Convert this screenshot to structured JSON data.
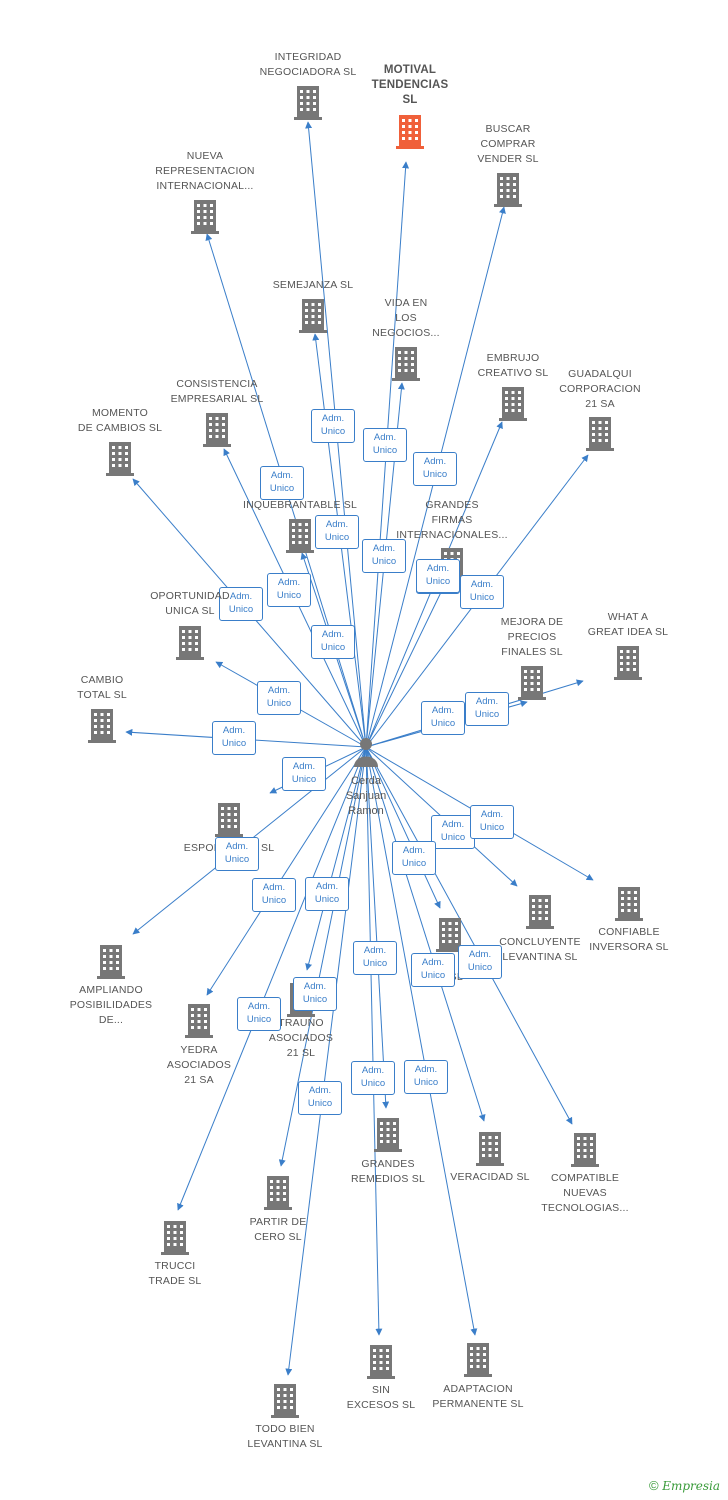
{
  "colors": {
    "edge": "#3a7ec9",
    "building": "#777777",
    "building_highlight": "#f0603a",
    "person": "#777777",
    "label": "#555555"
  },
  "center": {
    "name_lines": [
      "Cerda",
      "Sanjuan",
      "Ramon"
    ],
    "icon": "person-icon"
  },
  "role_label": [
    "Adm.",
    "Unico"
  ],
  "companies": [
    {
      "id": "integridad",
      "lines": [
        "INTEGRIDAD",
        "NEGOCIADORA SL"
      ]
    },
    {
      "id": "motival",
      "lines": [
        "MOTIVAL",
        "TENDENCIAS",
        "SL"
      ],
      "highlight": true
    },
    {
      "id": "buscar",
      "lines": [
        "BUSCAR",
        "COMPRAR",
        "VENDER SL"
      ]
    },
    {
      "id": "nueva",
      "lines": [
        "NUEVA",
        "REPRESENTACION",
        "INTERNACIONAL..."
      ]
    },
    {
      "id": "semejanza",
      "lines": [
        "SEMEJANZA SL"
      ]
    },
    {
      "id": "vida",
      "lines": [
        "VIDA EN",
        "LOS",
        "NEGOCIOS..."
      ]
    },
    {
      "id": "embrujo",
      "lines": [
        "EMBRUJO",
        "CREATIVO SL"
      ]
    },
    {
      "id": "guadalqui",
      "lines": [
        "GUADALQUI",
        "CORPORACION",
        "21 SA"
      ]
    },
    {
      "id": "consistencia",
      "lines": [
        "CONSISTENCIA",
        "EMPRESARIAL SL"
      ]
    },
    {
      "id": "momento",
      "lines": [
        "MOMENTO",
        "DE CAMBIOS SL"
      ]
    },
    {
      "id": "inquebrantable",
      "lines": [
        "INQUEBRANTABLE SL"
      ]
    },
    {
      "id": "grandes_firmas",
      "lines": [
        "GRANDES",
        "FIRMAS",
        "INTERNACIONALES..."
      ]
    },
    {
      "id": "oportunidad",
      "lines": [
        "OPORTUNIDAD",
        "UNICA SL"
      ]
    },
    {
      "id": "mejora",
      "lines": [
        "MEJORA DE",
        "PRECIOS",
        "FINALES SL"
      ]
    },
    {
      "id": "whata",
      "lines": [
        "WHAT A",
        "GREAT IDEA SL"
      ]
    },
    {
      "id": "cambio",
      "lines": [
        "CAMBIO",
        "TOTAL SL"
      ]
    },
    {
      "id": "espontaneo",
      "lines": [
        "ESPONTANEO SL"
      ]
    },
    {
      "id": "concluyente",
      "lines": [
        "CONCLUYENTE",
        "LEVANTINA SL"
      ]
    },
    {
      "id": "confiable",
      "lines": [
        "CONFIABLE",
        "INVERSORA SL"
      ]
    },
    {
      "id": "entidad",
      "lines": [
        "... SL"
      ]
    },
    {
      "id": "ampliando",
      "lines": [
        "AMPLIANDO",
        "POSIBILIDADES",
        "DE..."
      ]
    },
    {
      "id": "yedra",
      "lines": [
        "YEDRA",
        "ASOCIADOS",
        "21 SA"
      ]
    },
    {
      "id": "trauno",
      "lines": [
        "TRAUNO",
        "ASOCIADOS",
        "21 SL"
      ]
    },
    {
      "id": "grandes_remedios",
      "lines": [
        "GRANDES",
        "REMEDIOS SL"
      ]
    },
    {
      "id": "veracidad",
      "lines": [
        "VERACIDAD SL"
      ]
    },
    {
      "id": "compatible",
      "lines": [
        "COMPATIBLE",
        "NUEVAS",
        "TECNOLOGIAS..."
      ]
    },
    {
      "id": "partir",
      "lines": [
        "PARTIR DE",
        "CERO SL"
      ]
    },
    {
      "id": "trucci",
      "lines": [
        "TRUCCI",
        "TRADE SL"
      ]
    },
    {
      "id": "sin_excesos",
      "lines": [
        "SIN",
        "EXCESOS SL"
      ]
    },
    {
      "id": "adaptacion",
      "lines": [
        "ADAPTACION",
        "PERMANENTE SL"
      ]
    },
    {
      "id": "todo_bien",
      "lines": [
        "TODO BIEN",
        "LEVANTINA SL"
      ]
    }
  ],
  "footer": {
    "copyright": "©",
    "brand": "Empresia"
  }
}
